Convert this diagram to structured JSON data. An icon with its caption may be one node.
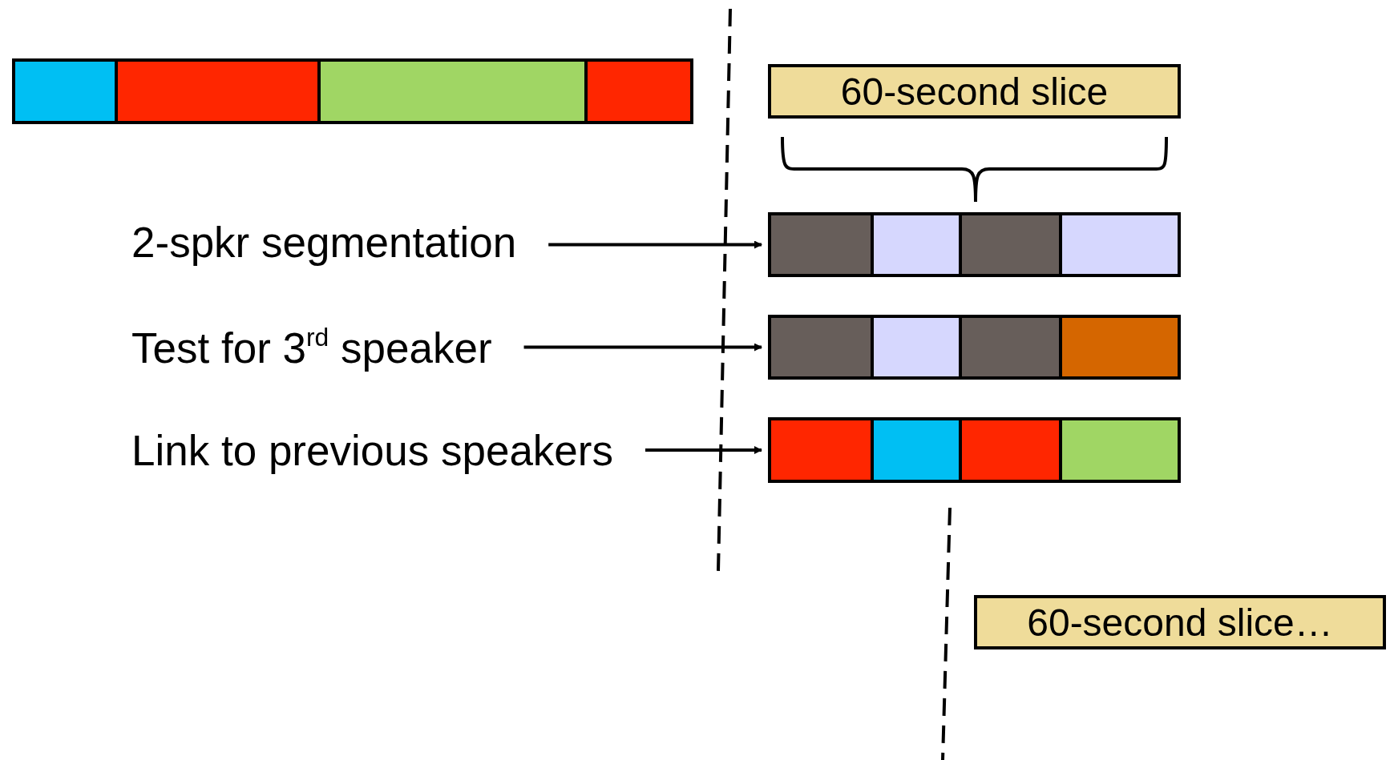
{
  "diagram": {
    "nodes": [
      {
        "text": [],
        "shape": "bar"
      },
      {
        "text": [
          "60-second slice"
        ]
      },
      {
        "text": [
          "2-spkr segmentation"
        ]
      },
      {
        "text": [],
        "shape": "bar"
      },
      {
        "text": [
          "Test for 3$^{rd}$ speaker"
        ]
      },
      {
        "text": [],
        "shape": "bar"
      },
      {
        "text": [
          "Link to previous speakers"
        ]
      },
      {
        "text": [],
        "shape": "bar"
      },
      {
        "text": [
          "60-second slice…"
        ]
      }
    ],
    "edges": [
      {
        "from": 2,
        "to": 3,
        "arrow": "to"
      },
      {
        "from": 4,
        "to": 5,
        "arrow": "to"
      },
      {
        "from": 6,
        "to": 7,
        "arrow": "to"
      }
    ]
  }
}
